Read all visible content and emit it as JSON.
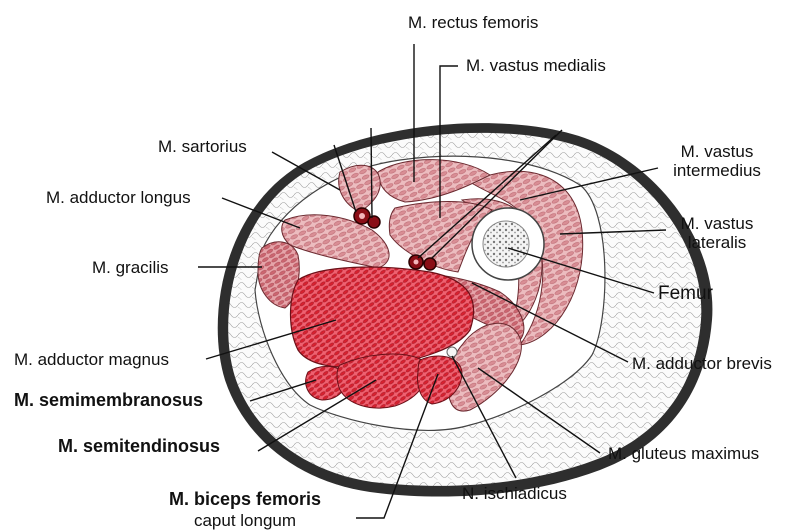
{
  "labels": {
    "rectus_femoris": "M. rectus femoris",
    "vastus_medialis": "M. vastus medialis",
    "sartorius": "M. sartorius",
    "vastus_intermedius_1": "M. vastus",
    "vastus_intermedius_2": "intermedius",
    "adductor_longus": "M. adductor longus",
    "vastus_lateralis_1": "M. vastus",
    "vastus_lateralis_2": "lateralis",
    "gracilis": "M. gracilis",
    "femur": "Femur",
    "adductor_magnus": "M. adductor magnus",
    "adductor_brevis": "M. adductor brevis",
    "semimembranosus": "M. semimembranosus",
    "semitendinosus": "M. semitendinosus",
    "gluteus_maximus": "M. gluteus maximus",
    "ischiadicus": "N. ischiadicus",
    "biceps_femoris": "M. biceps femoris",
    "caput_longum": "caput longum"
  },
  "colors": {
    "muscle_light": "#e8b0b4",
    "muscle_mid": "#d9828a",
    "muscle_dark": "#d8283a",
    "vessel": "#a0101a",
    "skin": "#333333"
  }
}
